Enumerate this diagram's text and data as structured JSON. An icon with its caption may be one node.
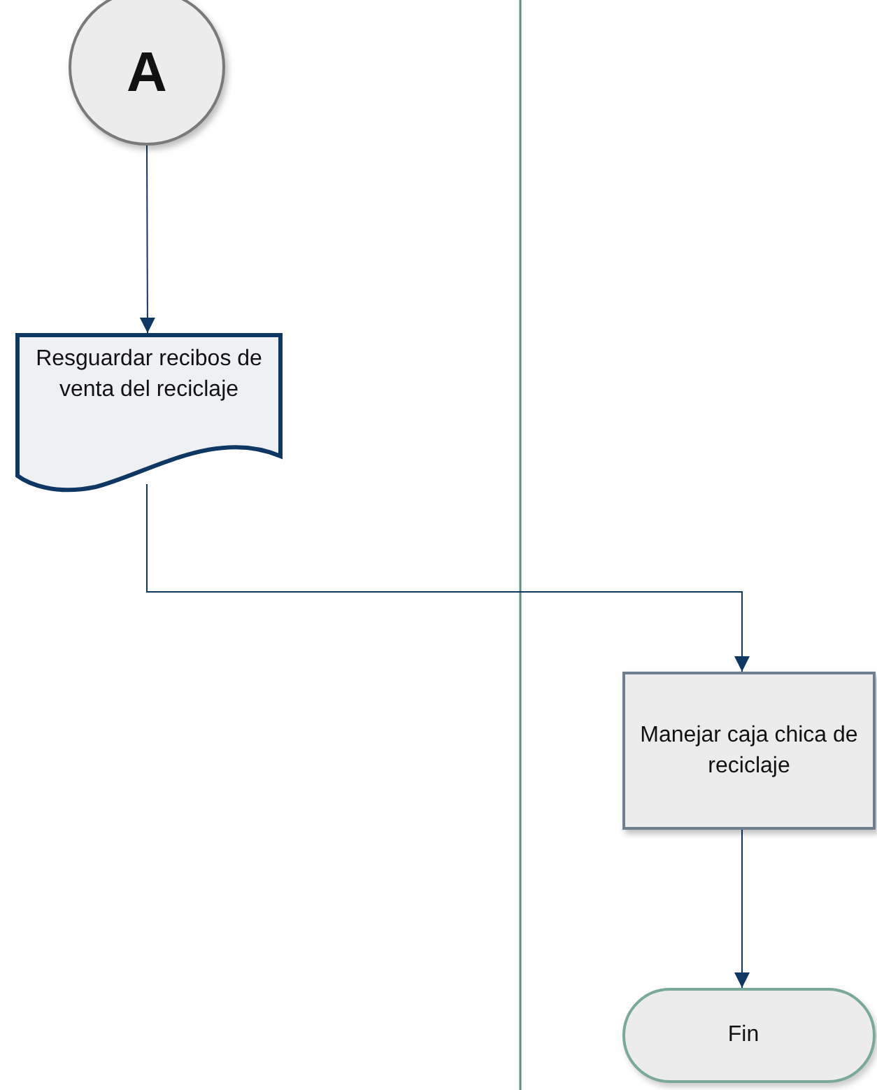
{
  "diagram": {
    "nodes": [
      {
        "text": [
          "A"
        ]
      },
      {
        "text": [
          "Resguardar recibos de venta del reciclaje"
        ]
      },
      {
        "text": [
          "Manejar caja chica de reciclaje"
        ]
      },
      {
        "text": [
          "Fin"
        ]
      }
    ],
    "edges": [
      {
        "from": 0,
        "to": 1,
        "arrow": "to"
      },
      {
        "from": 1,
        "to": 2,
        "arrow": "to"
      },
      {
        "from": 2,
        "to": 3,
        "arrow": "to"
      }
    ]
  }
}
